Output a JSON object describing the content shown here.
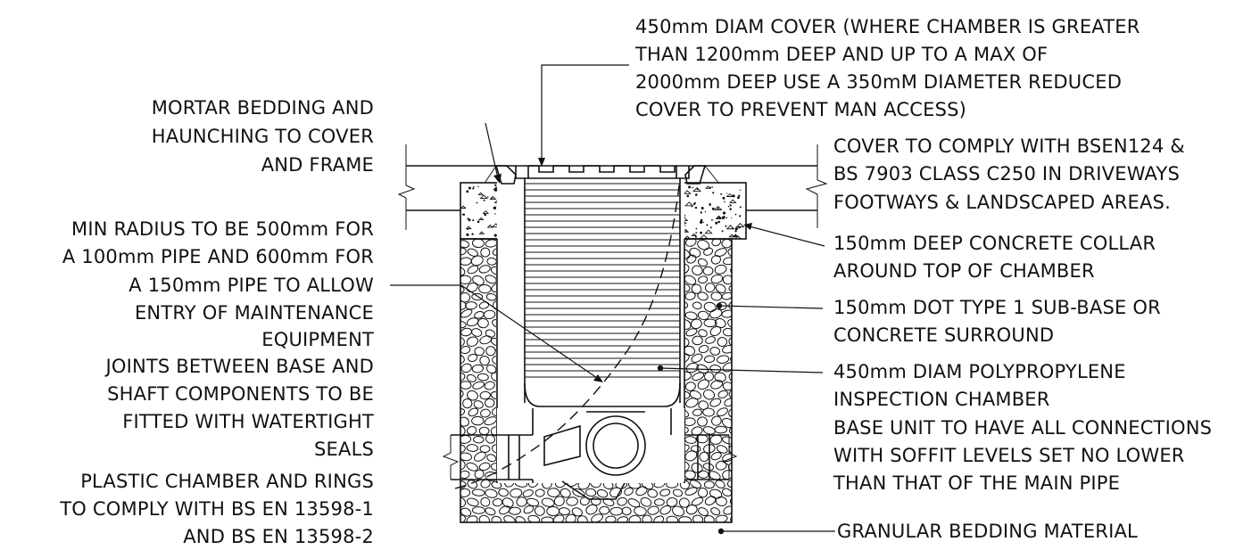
{
  "labels": {
    "cover": [
      "450mm DIAM COVER (WHERE CHAMBER IS GREATER",
      "THAN 1200mm DEEP AND UP TO A MAX OF",
      "2000mm DEEP USE A 350mM DIAMETER REDUCED",
      "COVER TO PREVENT MAN ACCESS)"
    ],
    "mortar": [
      "MORTAR BEDDING AND",
      "HAUNCHING TO COVER",
      "AND FRAME"
    ],
    "comply_cover": [
      "COVER TO COMPLY WITH BSEN124 &",
      "BS 7903 CLASS C250 IN DRIVEWAYS",
      "FOOTWAYS & LANDSCAPED AREAS."
    ],
    "min_radius": [
      "MIN RADIUS TO BE 500mm FOR",
      "A 100mm PIPE AND 600mm FOR",
      "A 150mm PIPE TO ALLOW",
      "ENTRY OF MAINTENANCE",
      "EQUIPMENT"
    ],
    "collar": [
      "150mm DEEP CONCRETE COLLAR",
      "AROUND TOP OF CHAMBER"
    ],
    "subbase": [
      "150mm DOT  TYPE 1 SUB-BASE OR",
      "CONCRETE SURROUND"
    ],
    "joints": [
      "JOINTS BETWEEN BASE AND",
      "SHAFT COMPONENTS TO BE",
      "FITTED WITH WATERTIGHT",
      "SEALS"
    ],
    "chamber": [
      "450mm DIAM POLYPROPYLENE",
      "INSPECTION CHAMBER"
    ],
    "base_unit": [
      "BASE UNIT TO HAVE ALL CONNECTIONS",
      "WITH SOFFIT LEVELS SET NO LOWER",
      "THAN THAT OF THE MAIN PIPE"
    ],
    "plastic": [
      "PLASTIC CHAMBER AND RINGS",
      "TO COMPLY WITH BS EN 13598-1",
      "AND BS EN 13598-2"
    ],
    "granular": [
      "GRANULAR BEDDING MATERIAL"
    ]
  }
}
